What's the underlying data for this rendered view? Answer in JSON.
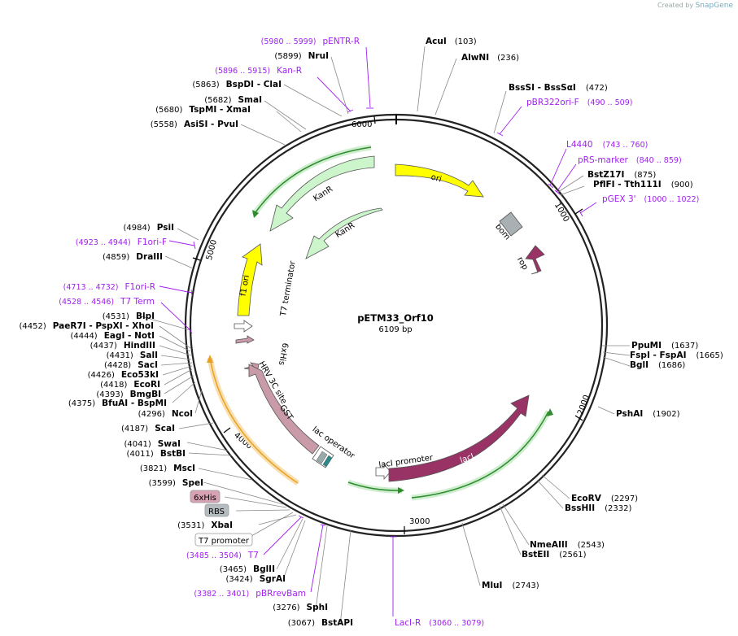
{
  "header": {
    "created_by": "Created by",
    "brand": "SnapGene"
  },
  "plasmid": {
    "name": "pETM33_Orf10",
    "length_label": "6109 bp",
    "length": 6109
  },
  "ticks": [
    "1000",
    "2000",
    "3000",
    "4000",
    "5000",
    "6000"
  ],
  "sites": [
    {
      "name": "AcuI",
      "pos": "(103)"
    },
    {
      "name": "AlwNI",
      "pos": "(236)"
    },
    {
      "name": "BssSI - BssSαI",
      "pos": "(472)"
    },
    {
      "name": "BstZ17I",
      "pos": "(875)"
    },
    {
      "name": "PflFI - Tth111I",
      "pos": "(900)"
    },
    {
      "name": "PpuMI",
      "pos": "(1637)"
    },
    {
      "name": "FspI - FspAI",
      "pos": "(1665)"
    },
    {
      "name": "BglI",
      "pos": "(1686)"
    },
    {
      "name": "PshAI",
      "pos": "(1902)"
    },
    {
      "name": "EcoRV",
      "pos": "(2297)"
    },
    {
      "name": "BssHII",
      "pos": "(2332)"
    },
    {
      "name": "NmeAIII",
      "pos": "(2543)"
    },
    {
      "name": "BstEII",
      "pos": "(2561)"
    },
    {
      "name": "MluI",
      "pos": "(2743)"
    },
    {
      "name": "BstAPI",
      "pos": "(3067)"
    },
    {
      "name": "SphI",
      "pos": "(3276)"
    },
    {
      "name": "SgrAI",
      "pos": "(3424)"
    },
    {
      "name": "BglII",
      "pos": "(3465)"
    },
    {
      "name": "XbaI",
      "pos": "(3531)"
    },
    {
      "name": "SpeI",
      "pos": "(3599)"
    },
    {
      "name": "MscI",
      "pos": "(3821)"
    },
    {
      "name": "BstBI",
      "pos": "(4011)"
    },
    {
      "name": "SwaI",
      "pos": "(4041)"
    },
    {
      "name": "ScaI",
      "pos": "(4187)"
    },
    {
      "name": "NcoI",
      "pos": "(4296)"
    },
    {
      "name": "BfuAI - BspMI",
      "pos": "(4375)"
    },
    {
      "name": "BmgBI",
      "pos": "(4393)"
    },
    {
      "name": "EcoRI",
      "pos": "(4418)"
    },
    {
      "name": "Eco53kI",
      "pos": "(4426)"
    },
    {
      "name": "SacI",
      "pos": "(4428)"
    },
    {
      "name": "SalI",
      "pos": "(4431)"
    },
    {
      "name": "HindIII",
      "pos": "(4437)"
    },
    {
      "name": "EagI - NotI",
      "pos": "(4444)"
    },
    {
      "name": "PaeR7I - PspXI - XhoI",
      "pos": "(4452)"
    },
    {
      "name": "BlpI",
      "pos": "(4531)"
    },
    {
      "name": "DraIII",
      "pos": "(4859)"
    },
    {
      "name": "PsiI",
      "pos": "(4984)"
    },
    {
      "name": "AsiSI - PvuI",
      "pos": "(5558)"
    },
    {
      "name": "TspMI - XmaI",
      "pos": "(5680)"
    },
    {
      "name": "SmaI",
      "pos": "(5682)"
    },
    {
      "name": "BspDI - ClaI",
      "pos": "(5863)"
    },
    {
      "name": "NruI",
      "pos": "(5899)"
    }
  ],
  "primers": [
    {
      "name": "pENTR-R",
      "range": "(5980 .. 5999)"
    },
    {
      "name": "Kan-R",
      "range": "(5896 .. 5915)"
    },
    {
      "name": "pBR322ori-F",
      "range": "(490 .. 509)"
    },
    {
      "name": "L4440",
      "range": "(743 .. 760)"
    },
    {
      "name": "pRS-marker",
      "range": "(840 .. 859)"
    },
    {
      "name": "pGEX 3'",
      "range": "(1000 .. 1022)"
    },
    {
      "name": "F1ori-F",
      "range": "(4923 .. 4944)"
    },
    {
      "name": "F1ori-R",
      "range": "(4713 .. 4732)"
    },
    {
      "name": "T7 Term",
      "range": "(4528 .. 4546)"
    },
    {
      "name": "T7",
      "range": "(3485 .. 3504)"
    },
    {
      "name": "pBRrevBam",
      "range": "(3382 .. 3401)"
    },
    {
      "name": "LacI-R",
      "range": "(3060 .. 3079)"
    }
  ],
  "boxed_features": [
    "6xHis",
    "RBS",
    "T7 promoter"
  ],
  "features": [
    {
      "name": "ori",
      "color": "#ffff00"
    },
    {
      "name": "bom",
      "color": "#a8b0b4"
    },
    {
      "name": "rop",
      "color": "#993366"
    },
    {
      "name": "KanR",
      "color": "#ccf5cc"
    },
    {
      "name": "KanR",
      "color": "#ccf5cc"
    },
    {
      "name": "f1 ori",
      "color": "#ffff00"
    },
    {
      "name": "T7 terminator",
      "color": "#ffffff"
    },
    {
      "name": "6xHis",
      "color": "#c99aa8"
    },
    {
      "name": "HRV 3C site",
      "color": "#c99aa8"
    },
    {
      "name": "GST",
      "color": "#c99aa8"
    },
    {
      "name": "lac operator",
      "color": "#ffffff"
    },
    {
      "name": "lacI promoter",
      "color": "#ffffff"
    },
    {
      "name": "lacI",
      "color": "#993366"
    }
  ],
  "colors": {
    "primer": "#a020f0",
    "backbone": "#222222",
    "orf_green": "#2e8b2e",
    "orf_orange": "#e8a020"
  }
}
